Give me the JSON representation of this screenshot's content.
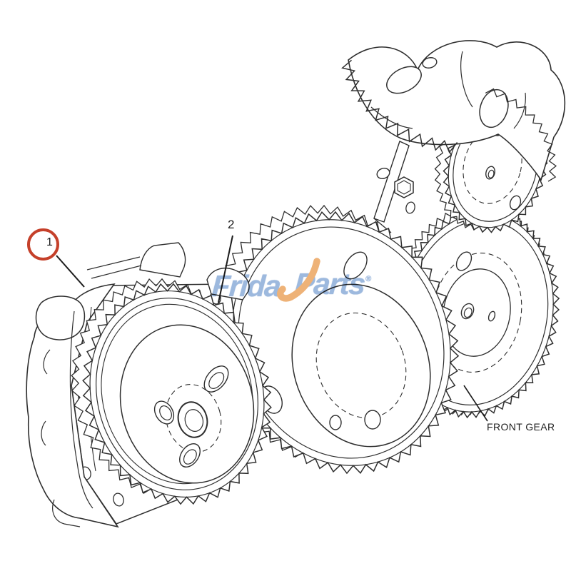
{
  "diagram": {
    "callouts": [
      {
        "id": "1"
      },
      {
        "id": "2"
      }
    ],
    "part_label": "FRONT GEAR"
  },
  "watermark": {
    "text": "FridayParts",
    "text_left": "Frida",
    "text_right": "Parts",
    "registered_mark": "®",
    "blue": "#8cadd9",
    "orange": "#eba45f"
  },
  "colors": {
    "callout_circle": "#c5402a",
    "line_art": "#2e2e2e",
    "background": "#ffffff"
  }
}
